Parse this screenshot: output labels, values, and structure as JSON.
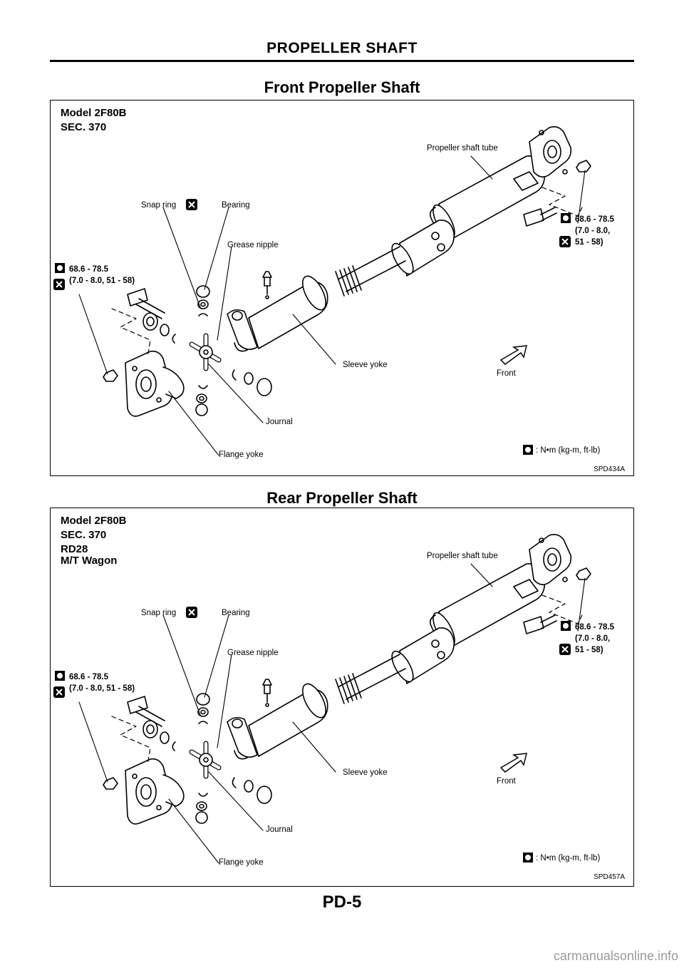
{
  "header": {
    "title": "PROPELLER SHAFT"
  },
  "page_number": "PD-5",
  "watermark": "carmanualsonline.info",
  "figures": [
    {
      "section_title": "Front Propeller Shaft",
      "model": "Model 2F80B",
      "sec": "SEC. 370",
      "variant_line1": "",
      "variant_line2": "",
      "labels": {
        "propeller_shaft_tube": "Propeller shaft tube",
        "snap_ring": "Snap ring",
        "bearing": "Bearing",
        "grease_nipple": "Grease nipple",
        "sleeve_yoke": "Sleeve yoke",
        "journal": "Journal",
        "flange_yoke": "Flange yoke",
        "front": "Front"
      },
      "torque_left": {
        "line1": "68.6 - 78.5",
        "line2": "(7.0 - 8.0, 51 - 58)"
      },
      "torque_right": {
        "line1": "68.6 - 78.5",
        "line2": "(7.0 - 8.0,",
        "line3": "51 - 58)"
      },
      "torque_legend": ": N•m (kg-m, ft-lb)",
      "figure_code": "SPD434A"
    },
    {
      "section_title": "Rear Propeller Shaft",
      "model": "Model 2F80B",
      "sec": "SEC. 370",
      "variant_line1": "RD28",
      "variant_line2": "M/T Wagon",
      "labels": {
        "propeller_shaft_tube": "Propeller shaft tube",
        "snap_ring": "Snap ring",
        "bearing": "Bearing",
        "grease_nipple": "Grease nipple",
        "sleeve_yoke": "Sleeve yoke",
        "journal": "Journal",
        "flange_yoke": "Flange yoke",
        "front": "Front"
      },
      "torque_left": {
        "line1": "68.6 - 78.5",
        "line2": "(7.0 - 8.0, 51 - 58)"
      },
      "torque_right": {
        "line1": "68.6 - 78.5",
        "line2": "(7.0 - 8.0,",
        "line3": "51 - 58)"
      },
      "torque_legend": ": N•m (kg-m, ft-lb)",
      "figure_code": "SPD457A"
    }
  ]
}
